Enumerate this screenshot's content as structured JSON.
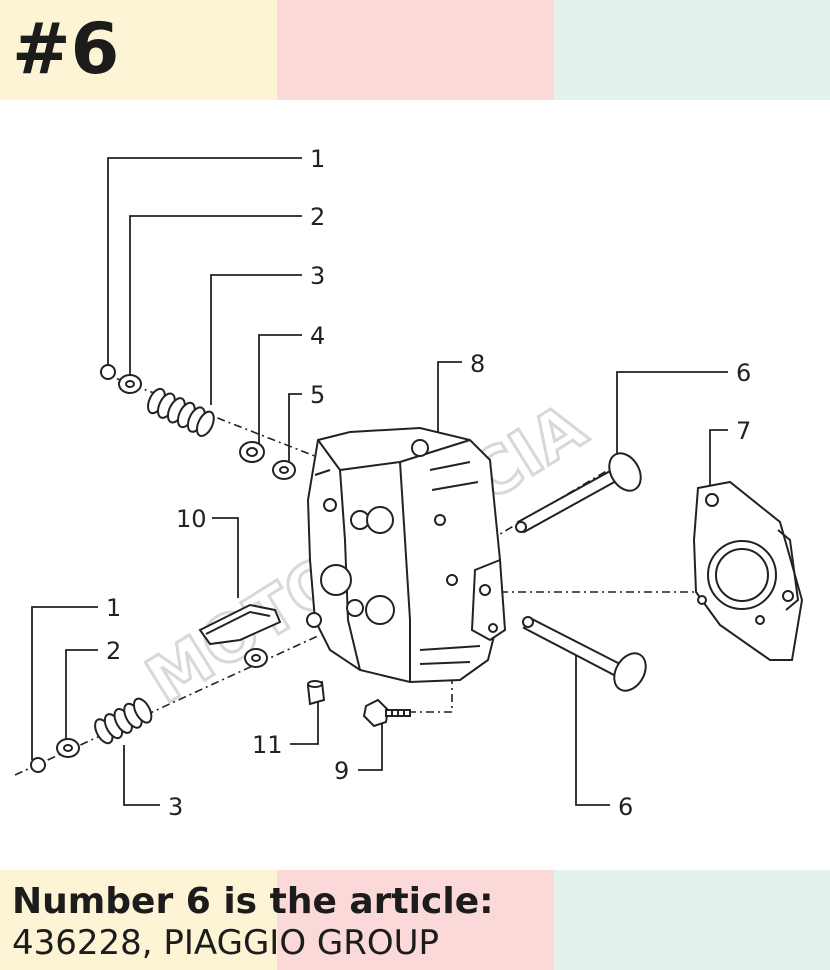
{
  "header": {
    "badge": "#6"
  },
  "diagram": {
    "labels": {
      "p1_top": "1",
      "p2_top": "2",
      "p3_top": "3",
      "p4": "4",
      "p5": "5",
      "p6_top": "6",
      "p7": "7",
      "p8": "8",
      "p10": "10",
      "p1_bot": "1",
      "p2_bot": "2",
      "p3_bot": "3",
      "p11": "11",
      "p9": "9",
      "p6_bot": "6"
    },
    "watermark": "MOTOMURCIA"
  },
  "caption": {
    "title": "Number 6 is the article:",
    "subtitle": "436228, PIAGGIO GROUP"
  }
}
